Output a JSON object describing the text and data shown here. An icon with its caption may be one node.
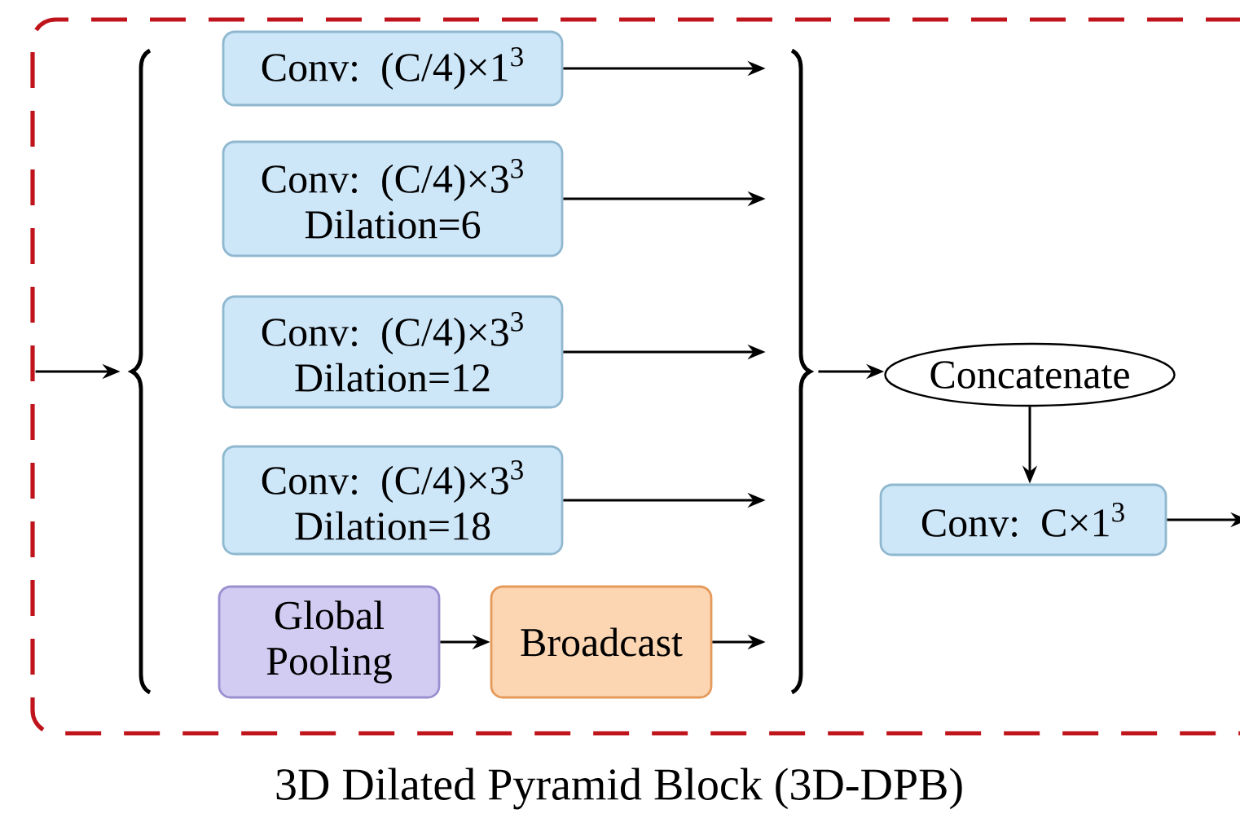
{
  "diagram": {
    "caption": "3D Dilated Pyramid Block (3D-DPB)",
    "nodes": [
      {
        "text": [],
        "shape": "box"
      },
      {
        "text": [],
        "shape": "brace",
        "in": 0
      },
      {
        "text": [
          "Conv: (C/4)×1$^{3}$"
        ],
        "in": 0
      },
      {
        "text": [
          "Conv: (C/4)×3$^{3}$",
          "Dilation=6"
        ],
        "in": 0
      },
      {
        "text": [
          "Conv: (C/4)×3$^{3}$",
          "Dilation=12"
        ],
        "in": 0
      },
      {
        "text": [
          "Conv: (C/4)×3$^{3}$",
          "Dilation=18"
        ],
        "in": 0
      },
      {
        "text": [
          "Global Pooling"
        ],
        "in": 0
      },
      {
        "text": [
          "Broadcast"
        ],
        "in": 0
      },
      {
        "text": [],
        "shape": "brace",
        "in": 0
      },
      {
        "text": [
          "Concatenate"
        ],
        "in": 0
      },
      {
        "text": [
          "Conv: C×1$^{3}$"
        ],
        "in": 0
      }
    ],
    "edges": [
      {
        "from": null,
        "to": 1,
        "arrow": "to"
      },
      {
        "from": 2,
        "to": 8,
        "arrow": "to"
      },
      {
        "from": 3,
        "to": 8,
        "arrow": "to"
      },
      {
        "from": 4,
        "to": 8,
        "arrow": "to"
      },
      {
        "from": 5,
        "to": 8,
        "arrow": "to"
      },
      {
        "from": 6,
        "to": 7,
        "arrow": "to"
      },
      {
        "from": 7,
        "to": 8,
        "arrow": "to"
      },
      {
        "from": 8,
        "to": 9,
        "arrow": "to"
      },
      {
        "from": 9,
        "to": 10,
        "arrow": "to"
      },
      {
        "from": 10,
        "to": null,
        "arrow": "to"
      }
    ]
  }
}
